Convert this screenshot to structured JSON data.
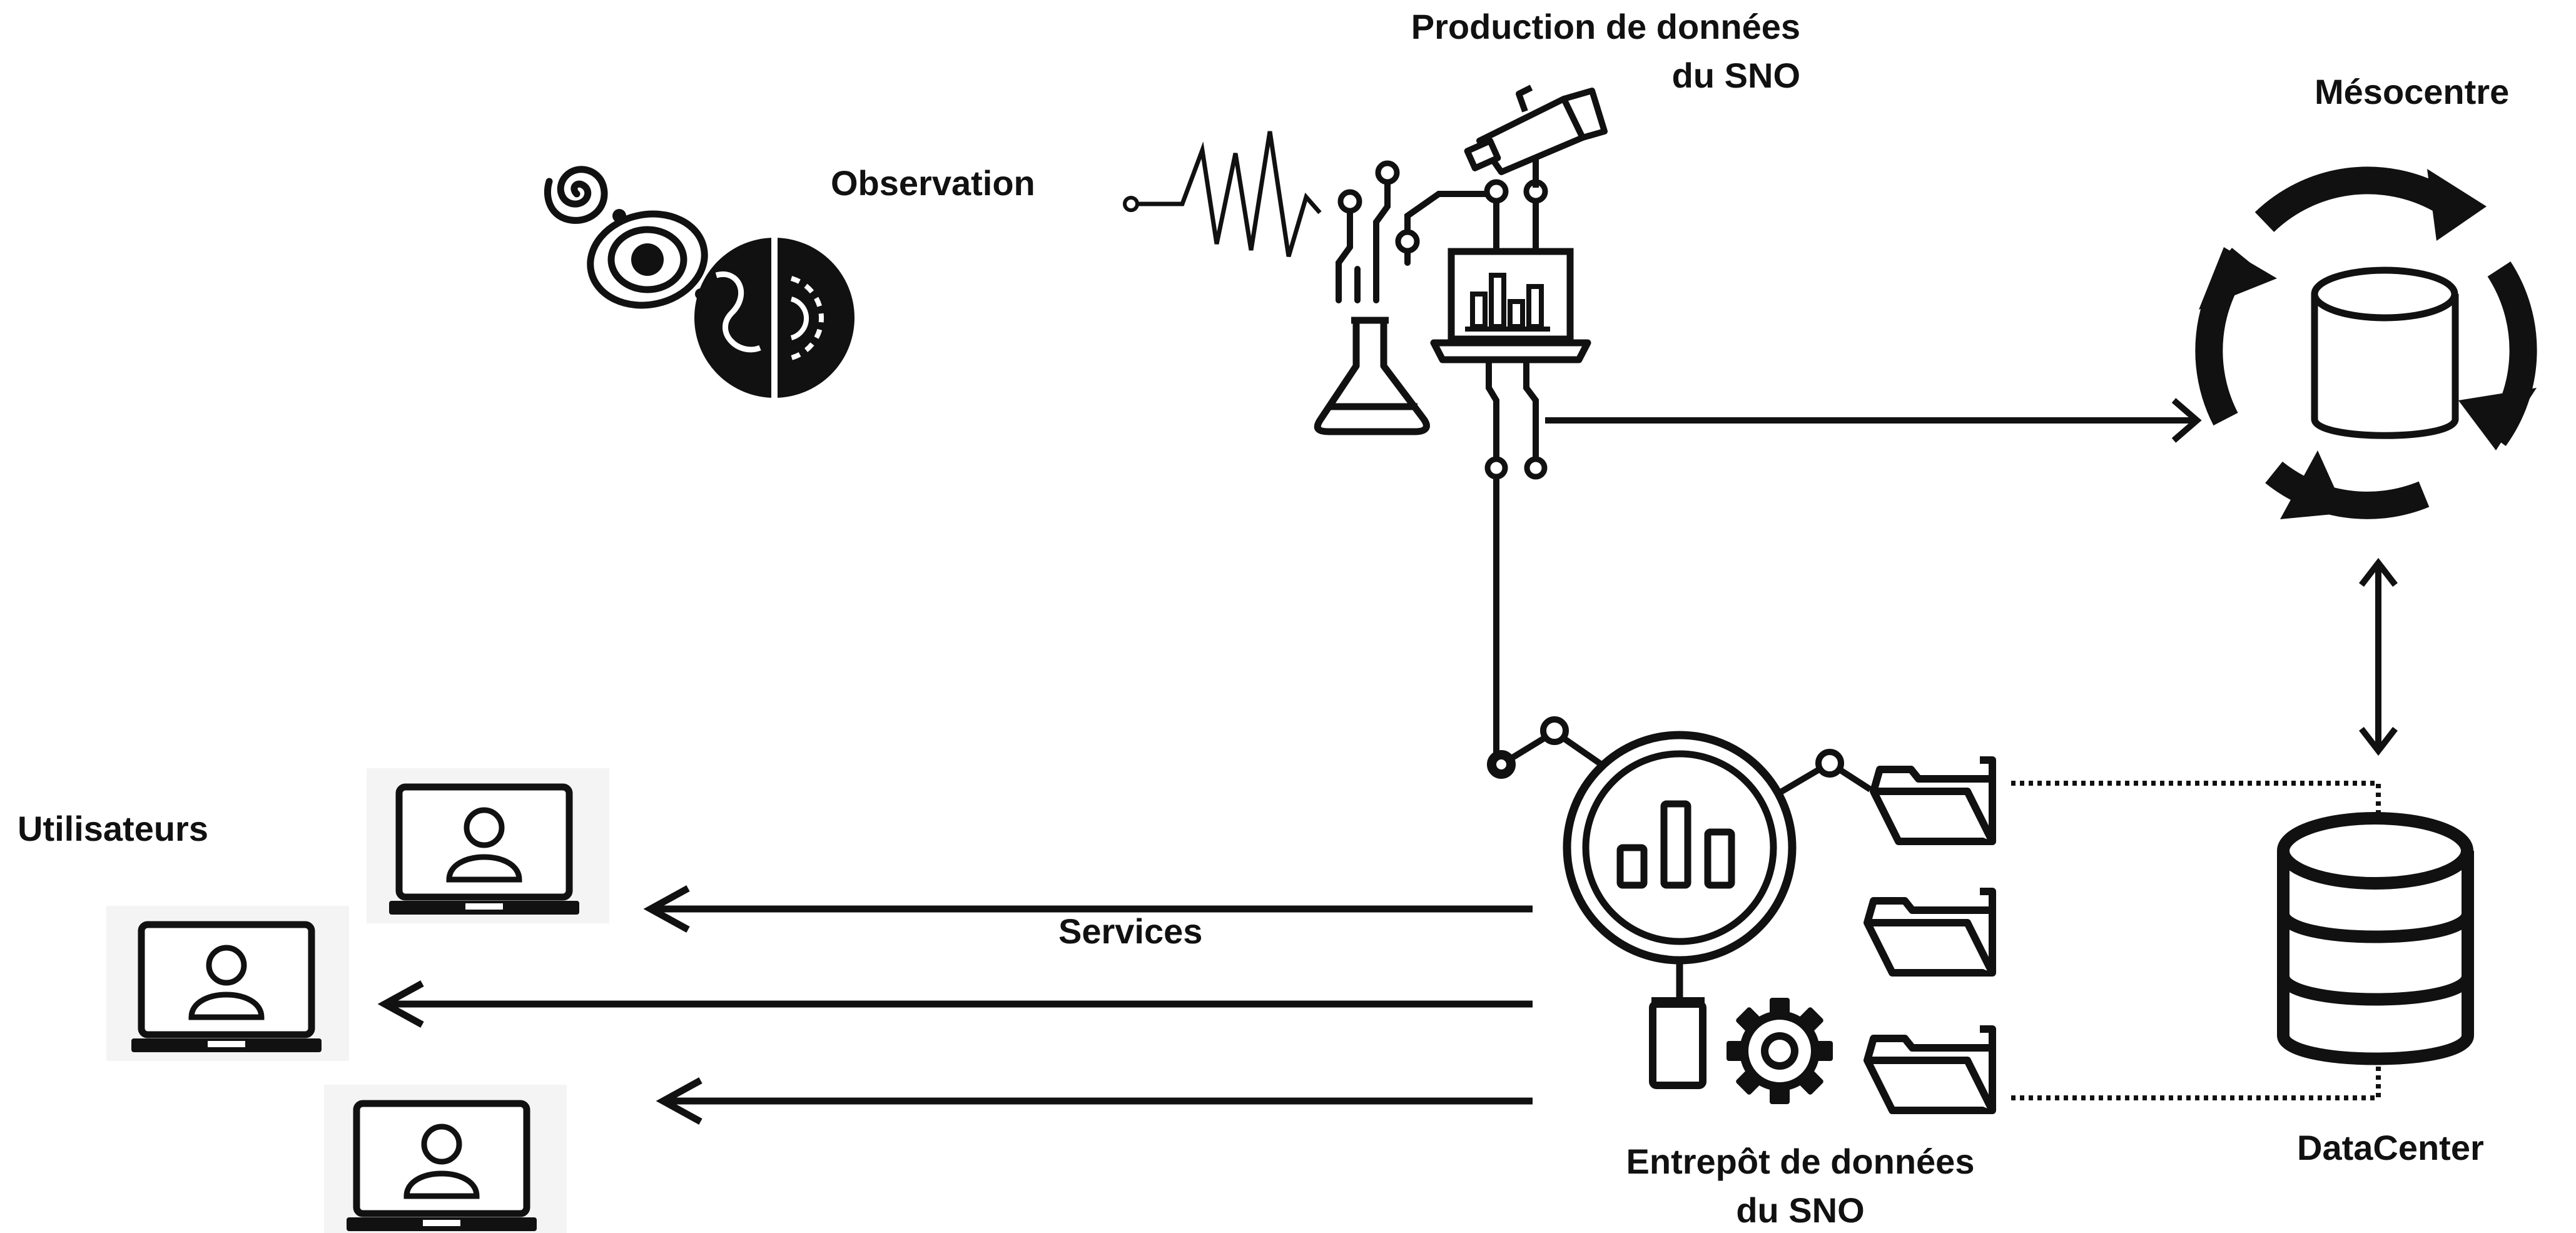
{
  "labels": {
    "production_line1": "Production de données",
    "production_line2": "du SNO",
    "mesocentre": "Mésocentre",
    "observation": "Observation",
    "utilisateurs": "Utilisateurs",
    "services": "Services",
    "entrepot_line1": "Entrepôt de données",
    "entrepot_line2": "du SNO",
    "datacenter": "DataCenter"
  },
  "colors": {
    "stroke": "#111111",
    "background": "#ffffff",
    "panel": "#f4f4f4"
  },
  "icons": {
    "observation": [
      "spiral-galaxy-icon",
      "planet-orbit-icon",
      "planet-earth-icon"
    ],
    "production": [
      "signal-wave-icon",
      "telescope-icon",
      "flask-icon",
      "laptop-chart-icon"
    ],
    "mesocentre": "database-cycle-icon",
    "entrepot": [
      "magnifier-chart-icon",
      "gear-icon",
      "folder-icon"
    ],
    "datacenter": "database-stack-icon",
    "users": "laptop-user-icon"
  }
}
